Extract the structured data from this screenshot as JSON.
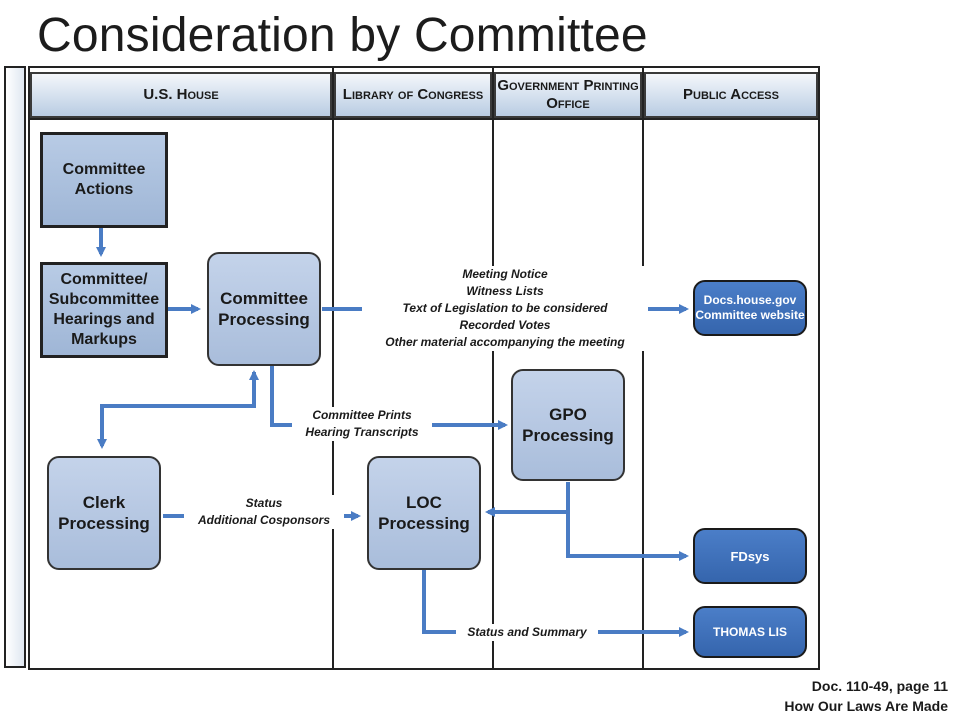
{
  "title": "Consideration by Committee",
  "columns": {
    "house": "U.S. House",
    "loc": "Library of Congress",
    "gpo": "Government Printing Office",
    "public": "Public Access"
  },
  "nodes": {
    "committee_actions": "Committee Actions",
    "hearings": "Committee/ Subcommittee Hearings and Markups",
    "committee_processing": "Committee Processing",
    "clerk_processing": "Clerk Processing",
    "loc_processing": "LOC Processing",
    "gpo_processing": "GPO Processing",
    "docs_house": "Docs.house.gov Committee website",
    "fdsys": "FDsys",
    "thomas": "THOMAS LIS"
  },
  "edge_labels": {
    "meeting": [
      "Meeting Notice",
      "Witness Lists",
      "Text of Legislation to be considered",
      "Recorded Votes",
      "Other material accompanying the meeting"
    ],
    "prints": [
      "Committee Prints",
      "Hearing Transcripts"
    ],
    "status": [
      "Status",
      "Additional Cosponsors"
    ],
    "summary": "Status and Summary"
  },
  "footer": {
    "doc": "Doc. 110-49, page 11",
    "source": "How Our Laws Are Made"
  },
  "colors": {
    "arrow": "#4a7cc4",
    "box_light": "#a9bddb",
    "box_dark": "#3565ad"
  }
}
